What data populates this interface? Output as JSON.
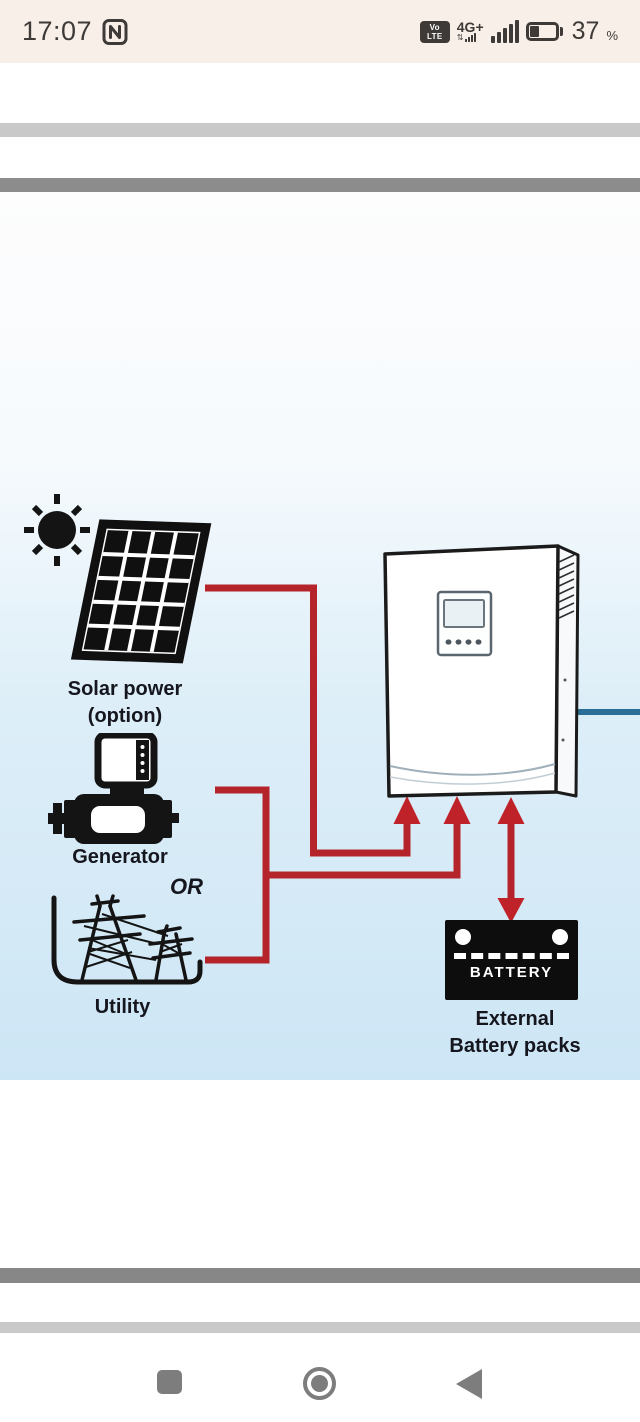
{
  "status_bar": {
    "time": "17:07",
    "volte_line1": "Vo",
    "volte_line2": "LTE",
    "network_label": "4G+",
    "battery_percent": "37",
    "percent_sign": "%",
    "bg_color": "#f9efe9",
    "fg_color": "#3e3a37"
  },
  "page": {
    "separator_light_color": "#c9c9c9",
    "separator_dark_color": "#8c8c8c"
  },
  "diagram": {
    "nodes": {
      "solar": {
        "label_line1": "Solar power",
        "label_line2": "(option)"
      },
      "generator": {
        "label": "Generator"
      },
      "or_text": "OR",
      "utility": {
        "label": "Utility"
      },
      "battery": {
        "label": "BATTERY",
        "caption_line1": "External",
        "caption_line2": "Battery packs"
      }
    },
    "connections": [
      {
        "from": "Solar power (option)",
        "to": "Inverter",
        "style": "red line with up arrow"
      },
      {
        "from": "Generator",
        "to": "Inverter",
        "style": "red line with up arrow",
        "note": "OR"
      },
      {
        "from": "Utility",
        "to": "Inverter",
        "style": "red line with up arrow",
        "note": "OR"
      },
      {
        "from": "Inverter",
        "to": "External Battery packs",
        "style": "red double-headed arrow"
      },
      {
        "from": "Inverter",
        "to": "off-screen right",
        "style": "blue line"
      }
    ],
    "colors": {
      "connection_red": "#b5242b",
      "arrow_red": "#bf2329",
      "output_blue": "#2a6d95",
      "bg_top": "#fdfdfd",
      "bg_bottom": "#cde6f5",
      "label_color": "#16161f"
    }
  },
  "icons": {
    "nfc-icon": "N glyph in rounded square",
    "signal-bars-icon": "5 ascending bars",
    "mini-signal-icon": "tiny up/down arrows with 4 mini bars",
    "battery-level-icon": "battery outline 37% filled",
    "sun-icon": "black sun with 8 rays",
    "solar-panel-icon": "tilted 4x5 cell panel",
    "generator-icon": "motor with monitor on top",
    "utility-towers-icon": "transmission pylons line art",
    "inverter-unit": "wall-mounted inverter with LCD and 4 buttons",
    "battery-icon": "black battery block with two terminals",
    "recents-square-icon": "rounded square",
    "home-circle-icon": "ring with dot",
    "back-triangle-icon": "left-pointing triangle"
  },
  "nav_bar": {
    "buttons": [
      "recents",
      "home",
      "back"
    ]
  }
}
